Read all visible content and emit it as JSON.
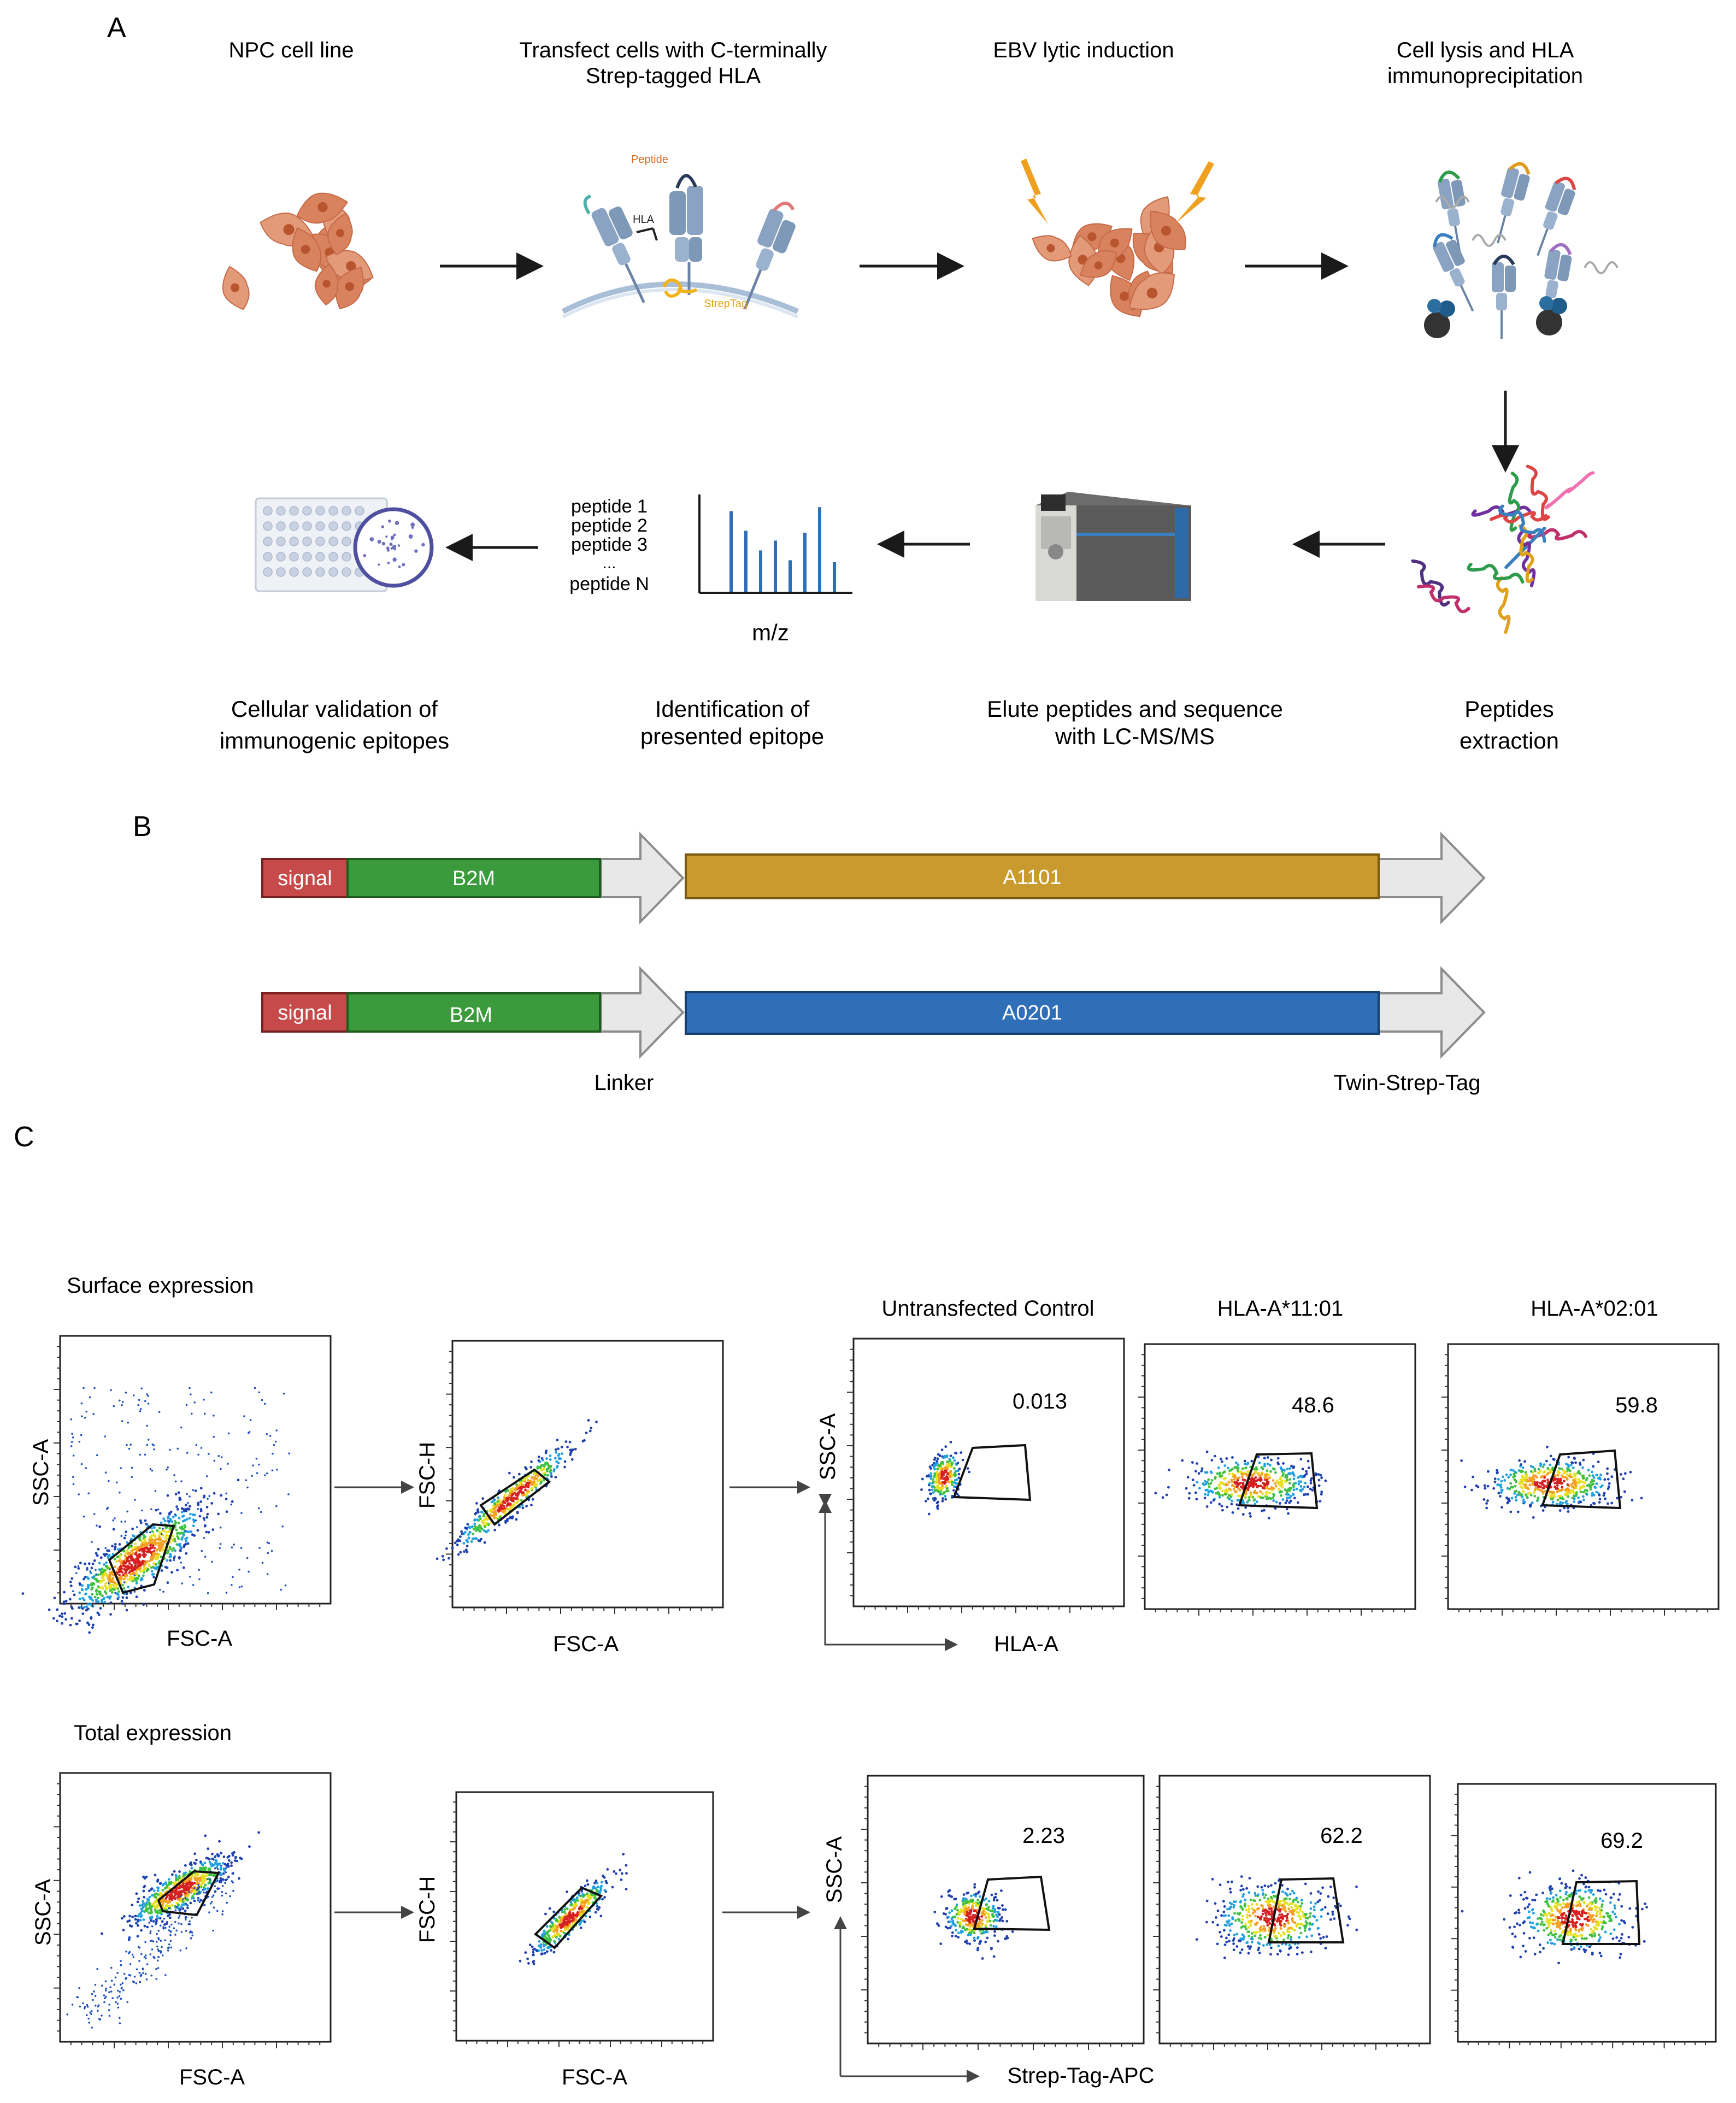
{
  "panels": {
    "a": {
      "label": "A",
      "steps": [
        {
          "title": [
            "NPC cell line"
          ],
          "caption": []
        },
        {
          "title": [
            "Transfect cells with C-terminally",
            "Strep-tagged HLA"
          ],
          "caption": []
        },
        {
          "title": [
            "EBV lytic induction"
          ],
          "caption": []
        },
        {
          "title": [
            "Cell lysis and HLA",
            "immunoprecipitation"
          ],
          "caption": []
        }
      ],
      "bottom_steps": [
        {
          "caption": [
            "Cellular validation of",
            "immunogenic epitopes"
          ]
        },
        {
          "caption": [
            "Identification of",
            "presented epitope"
          ]
        },
        {
          "caption": [
            "Elute peptides and sequence",
            "with LC-MS/MS"
          ]
        },
        {
          "caption": [
            "Peptides",
            "extraction"
          ]
        }
      ],
      "hla_labels": {
        "peptide": "Peptide",
        "hla": "HLA",
        "streptag": "StrepTag"
      },
      "peptide_list": [
        "peptide 1",
        "peptide 2",
        "peptide 3",
        "...",
        "peptide N"
      ],
      "ms_axis": "m/z",
      "ms_peaks": [
        0.82,
        0.62,
        0.42,
        0.52,
        0.32,
        0.6,
        0.86,
        0.3
      ]
    },
    "b": {
      "label": "B",
      "constructs": [
        {
          "signal": "signal",
          "b2m": "B2M",
          "hla": "A1101",
          "hla_color": "#c99a2e"
        },
        {
          "signal": "signal",
          "b2m": "B2M",
          "hla": "A0201",
          "hla_color": "#2f6fb8"
        }
      ],
      "linker_label": "Linker",
      "tag_label": "Twin-Strep-Tag"
    },
    "c": {
      "label": "C",
      "sections": [
        {
          "title": "Surface expression",
          "gate1": {
            "x": "FSC-A",
            "y": "SSC-A"
          },
          "gate2": {
            "x": "FSC-A",
            "y": "FSC-H"
          },
          "axis_x": "HLA-A",
          "axis_y": "SSC-A",
          "samples": [
            {
              "name": "Untransfected Control",
              "value": "0.013"
            },
            {
              "name": "HLA-A*11:01",
              "value": "48.6"
            },
            {
              "name": "HLA-A*02:01",
              "value": "59.8"
            }
          ]
        },
        {
          "title": "Total expression",
          "gate1": {
            "x": "FSC-A",
            "y": "SSC-A"
          },
          "gate2": {
            "x": "FSC-A",
            "y": "FSC-H"
          },
          "axis_x": "Strep-Tag-APC",
          "axis_y": "SSC-A",
          "samples": [
            {
              "name": "",
              "value": "2.23"
            },
            {
              "name": "",
              "value": "62.2"
            },
            {
              "name": "",
              "value": "69.2"
            }
          ]
        }
      ]
    }
  }
}
